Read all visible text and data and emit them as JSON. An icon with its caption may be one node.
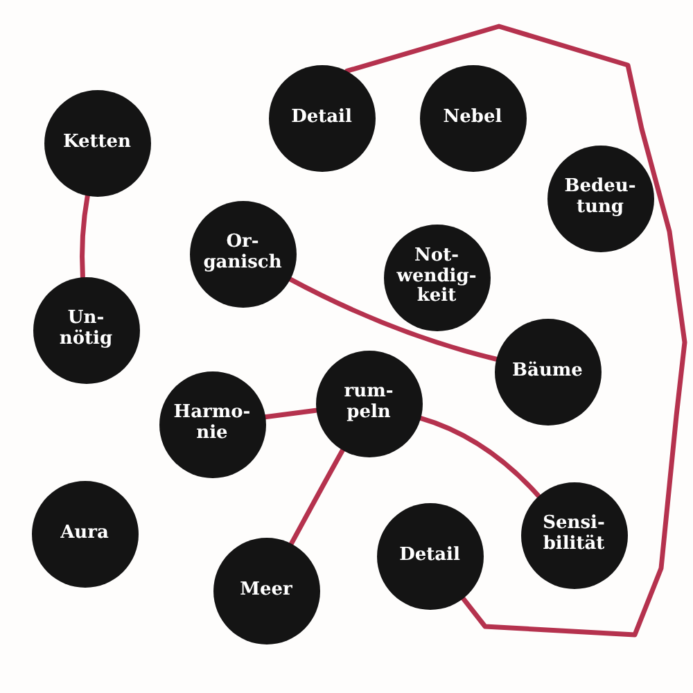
{
  "diagram": {
    "nodes": [
      {
        "text": [
          "Ketten"
        ]
      },
      {
        "text": [
          "Detail"
        ]
      },
      {
        "text": [
          "Nebel"
        ]
      },
      {
        "text": [
          "Bedeu- tung"
        ]
      },
      {
        "text": [
          "Or- ganisch"
        ]
      },
      {
        "text": [
          "Not- wendig- keit"
        ]
      },
      {
        "text": [
          "Un- nötig"
        ]
      },
      {
        "text": [
          "Bäume"
        ]
      },
      {
        "text": [
          "Harmo- nie"
        ]
      },
      {
        "text": [
          "rum- peln"
        ]
      },
      {
        "text": [
          "Aura"
        ]
      },
      {
        "text": [
          "Meer"
        ]
      },
      {
        "text": [
          "Detail"
        ]
      },
      {
        "text": [
          "Sensi- bilität"
        ]
      }
    ],
    "edges": [
      {
        "from": 0,
        "to": 6,
        "arrow": "none"
      },
      {
        "from": 4,
        "to": 7,
        "arrow": "none"
      },
      {
        "from": 8,
        "to": 9,
        "arrow": "none"
      },
      {
        "from": 9,
        "to": 11,
        "arrow": "none"
      },
      {
        "from": 9,
        "to": 13,
        "arrow": "none"
      },
      {
        "from": 1,
        "to": 12,
        "arrow": "none"
      }
    ]
  }
}
